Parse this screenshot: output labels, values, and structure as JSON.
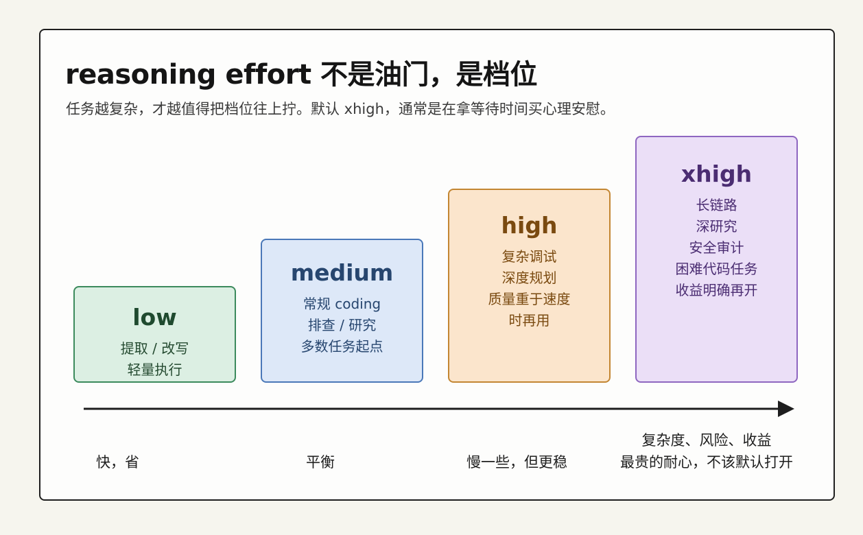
{
  "title": "reasoning effort 不是油门，是档位",
  "subtitle": "任务越复杂，才越值得把档位往上拧。默认 xhigh，通常是在拿等待时间买心理安慰。",
  "levels": [
    {
      "name": "low",
      "lines": [
        "提取 / 改写",
        "轻量执行"
      ],
      "colors": {
        "fill": "#dcefe3",
        "border": "#3b8a5c",
        "name": "#1f4a2f",
        "text": "#244a30"
      }
    },
    {
      "name": "medium",
      "lines": [
        "常规 coding",
        "排查 / 研究",
        "多数任务起点"
      ],
      "colors": {
        "fill": "#dde8f8",
        "border": "#4a78b8",
        "name": "#27466f",
        "text": "#27466f"
      }
    },
    {
      "name": "high",
      "lines": [
        "复杂调试",
        "深度规划",
        "质量重于速度",
        "时再用"
      ],
      "colors": {
        "fill": "#fbe5cc",
        "border": "#c38632",
        "name": "#7a4a10",
        "text": "#7a4a10"
      }
    },
    {
      "name": "xhigh",
      "lines": [
        "长链路",
        "深研究",
        "安全审计",
        "困难代码任务",
        "收益明确再开"
      ],
      "colors": {
        "fill": "#ebdff7",
        "border": "#8e66c0",
        "name": "#4b2d72",
        "text": "#4b2d72"
      }
    }
  ],
  "axis": {
    "labels": [
      {
        "lines": [
          "快，省"
        ]
      },
      {
        "lines": [
          "平衡"
        ]
      },
      {
        "lines": [
          "慢一些，但更稳"
        ]
      },
      {
        "lines": [
          "复杂度、风险、收益",
          "最贵的耐心，不该默认打开"
        ]
      }
    ],
    "color": "#1e1e1e"
  }
}
